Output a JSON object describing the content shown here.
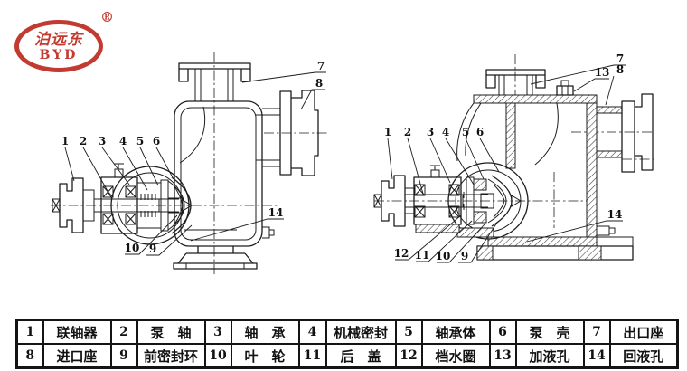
{
  "colors": {
    "brand_red": "#c23a30",
    "drawing_line": "#1c1c1c",
    "table_border": "#141414",
    "background": "#ffffff"
  },
  "logo": {
    "chinese_name": "泊远东",
    "latin_name": "BYD",
    "registered_mark": "®"
  },
  "diagrams": {
    "left": {
      "callouts": [
        "1",
        "2",
        "3",
        "4",
        "5",
        "6",
        "7",
        "8",
        "10",
        "9",
        "14"
      ]
    },
    "right": {
      "callouts": [
        "1",
        "2",
        "3",
        "4",
        "5",
        "6",
        "7",
        "13",
        "8",
        "12",
        "11",
        "10",
        "9",
        "14"
      ]
    }
  },
  "parts_table": {
    "rows": [
      [
        {
          "num": "1",
          "name": "联轴器"
        },
        {
          "num": "2",
          "name": "泵　轴"
        },
        {
          "num": "3",
          "name": "轴　承"
        },
        {
          "num": "4",
          "name": "机械密封"
        },
        {
          "num": "5",
          "name": "轴承体"
        },
        {
          "num": "6",
          "name": "泵　壳"
        },
        {
          "num": "7",
          "name": "出口座"
        }
      ],
      [
        {
          "num": "8",
          "name": "进口座"
        },
        {
          "num": "9",
          "name": "前密封环"
        },
        {
          "num": "10",
          "name": "叶　轮"
        },
        {
          "num": "11",
          "name": "后　盖"
        },
        {
          "num": "12",
          "name": "档水圈"
        },
        {
          "num": "13",
          "name": "加液孔"
        },
        {
          "num": "14",
          "name": "回液孔"
        }
      ]
    ]
  }
}
